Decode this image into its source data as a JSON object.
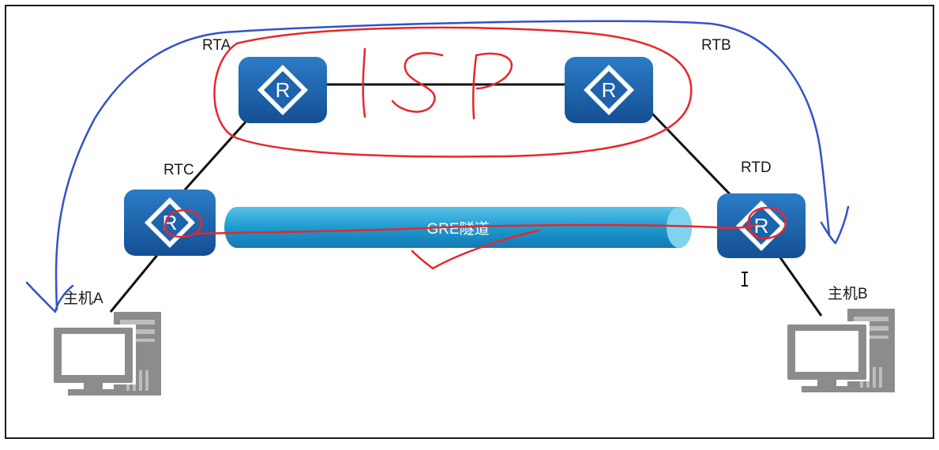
{
  "diagram": {
    "routers": {
      "rta": "RTA",
      "rtb": "RTB",
      "rtc": "RTC",
      "rtd": "RTD"
    },
    "hosts": {
      "a": "主机A",
      "b": "主机B"
    },
    "tunnel_label": "GRE隧道",
    "router_glyph": "R",
    "annotation_text": "ISP"
  },
  "colors": {
    "router_fill": "#1d63ad",
    "tunnel_fill": "#27a2d4",
    "link_stroke": "#111111",
    "annotation_red": "#e8262a",
    "annotation_blue": "#3352c9",
    "host_gray": "#8c8c8c"
  }
}
